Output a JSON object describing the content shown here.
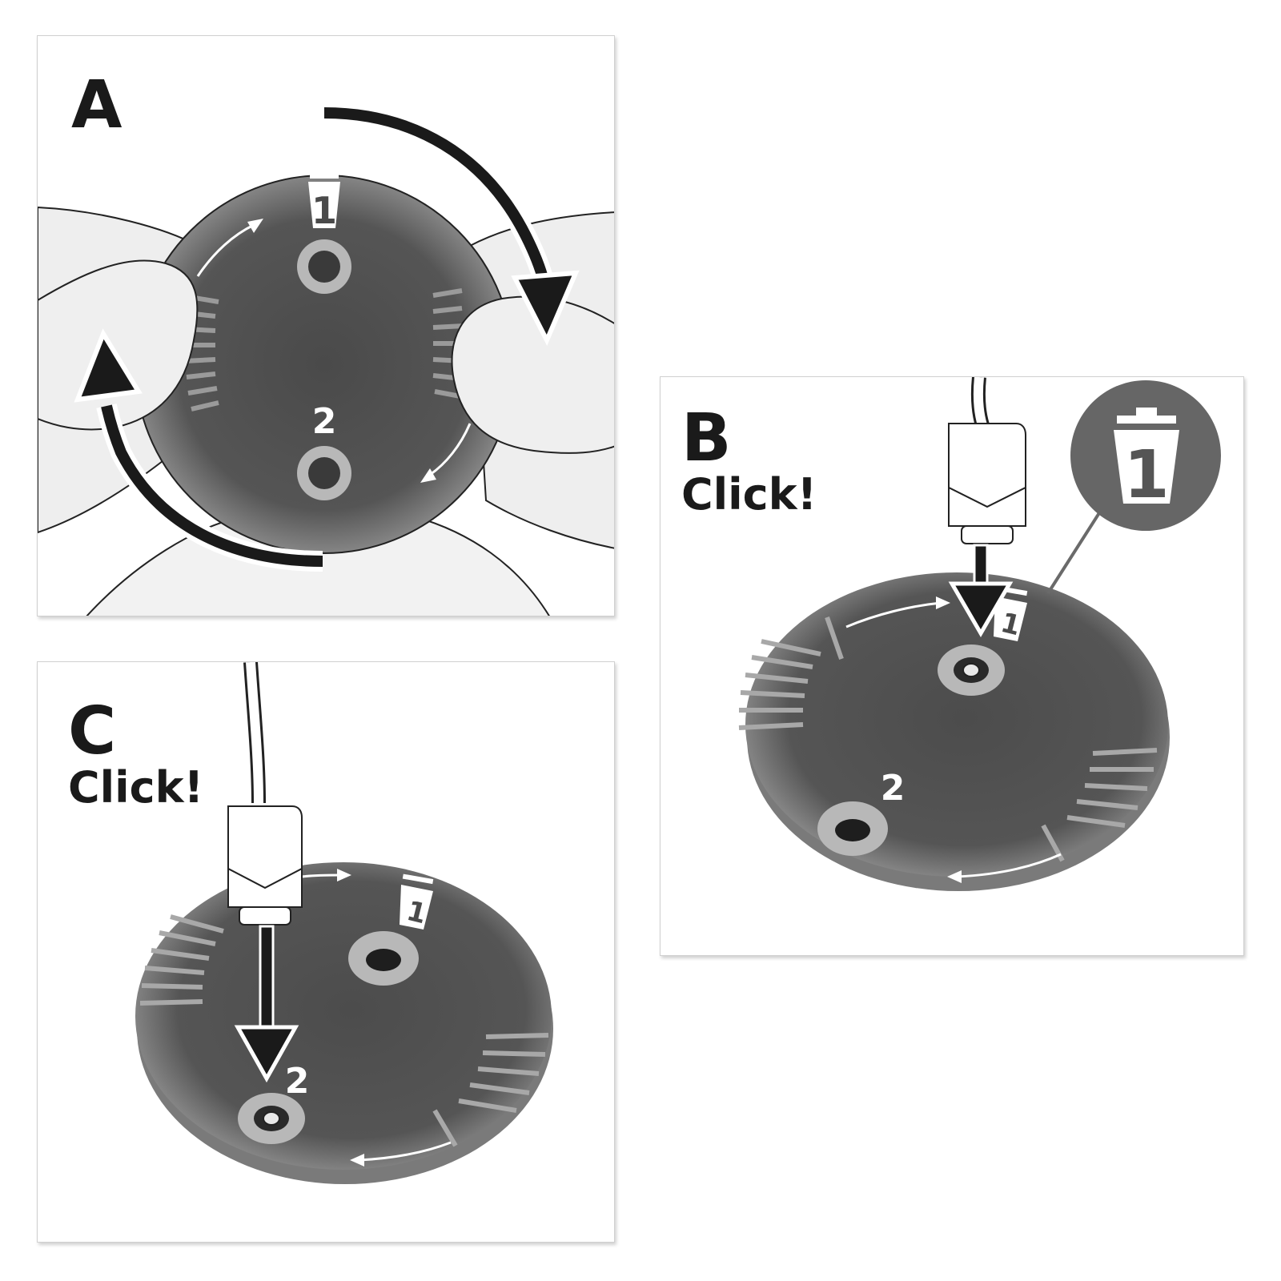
{
  "panels": {
    "a": {
      "letter": "A",
      "dial": {
        "position_1": "1",
        "position_2": "2"
      }
    },
    "b": {
      "letter": "B",
      "caption": "Click!",
      "dial": {
        "position_1": "1",
        "position_2": "2"
      },
      "callout": "1"
    },
    "c": {
      "letter": "C",
      "caption": "Click!",
      "dial": {
        "position_1": "1",
        "position_2": "2"
      }
    }
  },
  "colors": {
    "dial_dark": "#4f4f4f",
    "dial_light": "#8a8a8a",
    "ring": "#b8b8b8",
    "arrow": "#1a1a1a",
    "hand_fill": "#efefef",
    "outline": "#222222"
  }
}
